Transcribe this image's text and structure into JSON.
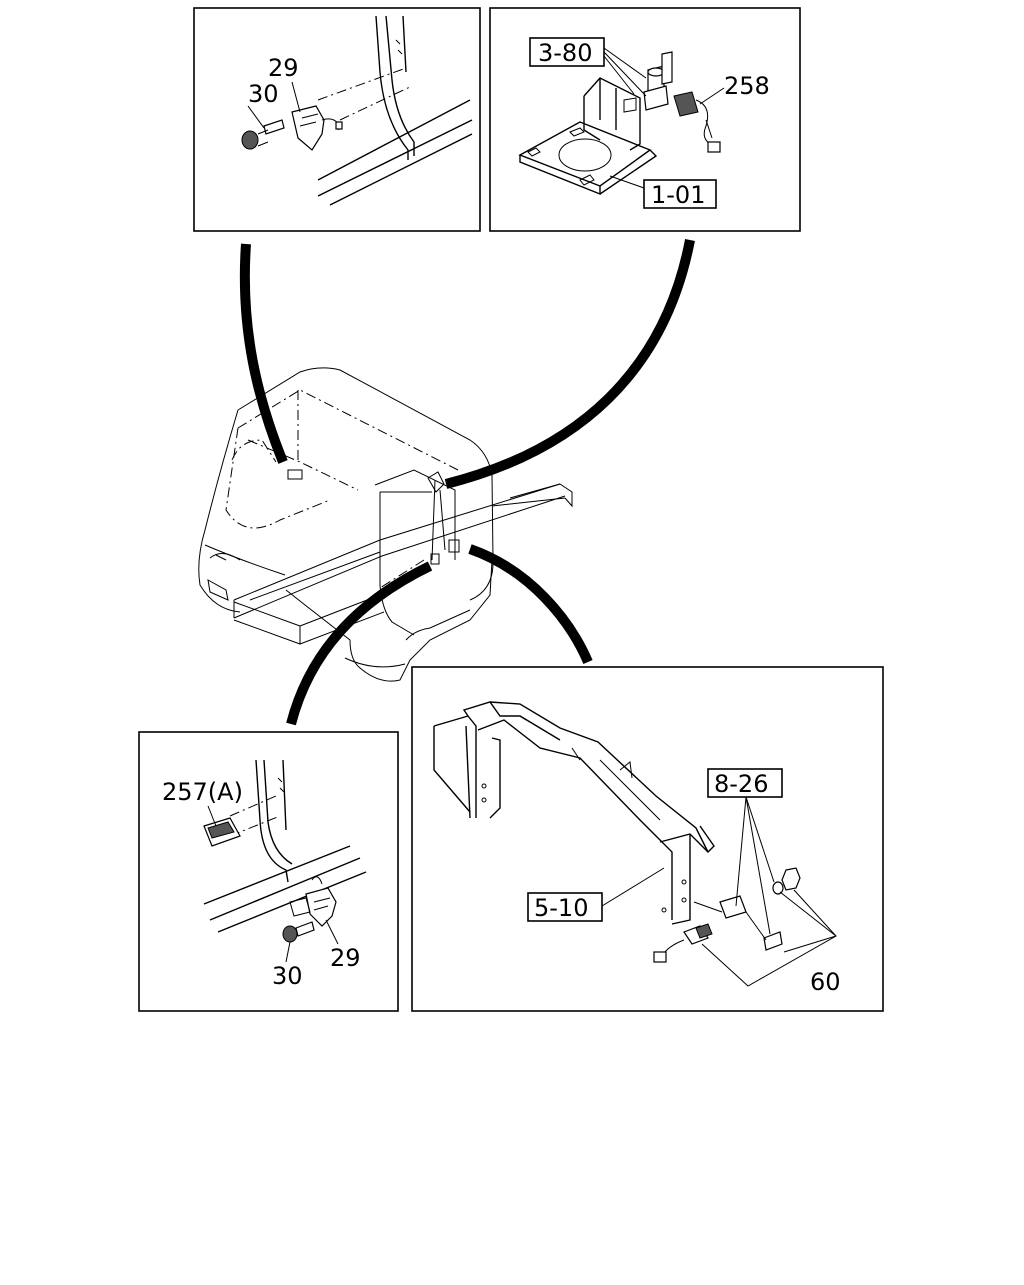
{
  "diagram": {
    "labels": {
      "tl_bolt": "30",
      "tl_switch": "29",
      "tr_ref_top": "3-80",
      "tr_sensor": "258",
      "tr_ref_bottom": "1-01",
      "bl_lamp": "257(A)",
      "bl_bolt": "30",
      "bl_switch": "29",
      "br_ref_top": "8-26",
      "br_ref_left": "5-10",
      "br_sensor": "60"
    }
  }
}
